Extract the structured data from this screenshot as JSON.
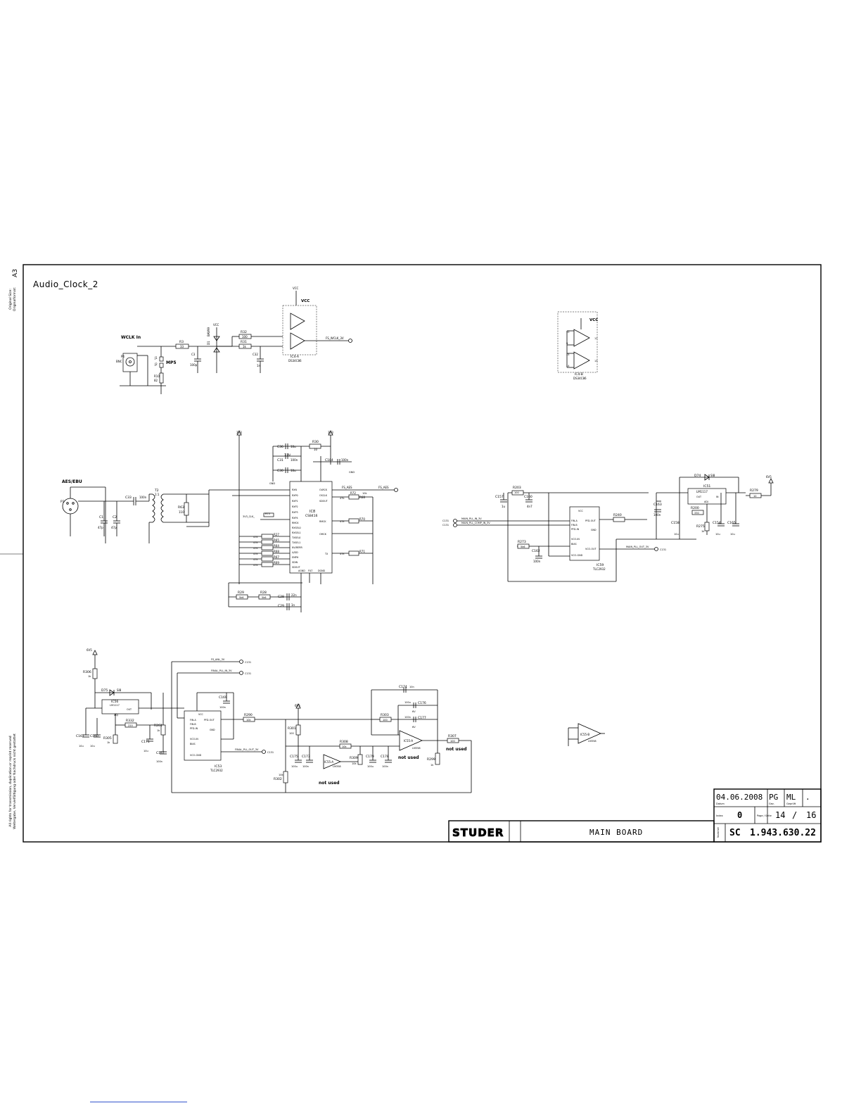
{
  "sheet": {
    "format": "A3",
    "format_caption": [
      "Original Size:",
      "Originalformat:"
    ],
    "copyright": [
      "All rights for transmission, duplication or reprint reserved",
      "Weitergabe, Vervielfältigung oder Nachdruck nicht gestattet"
    ],
    "title": "Audio_Clock_2"
  },
  "title_block": {
    "date": "04.06.2008",
    "drawn": "PG",
    "checked": "ML",
    "extra": ".",
    "index": "0",
    "page": "14",
    "page_sep": "/",
    "pages": "16",
    "brand": "STUDER",
    "description": "MAIN BOARD",
    "number_prefix": "SC",
    "number": "1.943.630.22",
    "fields": {
      "date": "Datum",
      "drawn": "Gez.",
      "checked": "Geprüft",
      "index": "Index",
      "page": "Page / Seite",
      "number": "Nummer"
    }
  },
  "wclk": {
    "title": "WCLK In",
    "parts": [
      "P4",
      "BNC",
      "J1",
      "J2",
      "MP5",
      "R3",
      "33",
      "R10",
      "82",
      "C3",
      "100p",
      "VCC",
      "D1",
      "BAV99",
      "R32",
      "100",
      "R31",
      "1k",
      "C32",
      "1n",
      "IC4-A",
      "DS34C86",
      "FS_WCLK_3V",
      "VCC"
    ]
  },
  "ic4b": {
    "parts": [
      "VCC",
      "IC4-B",
      "DS34C86"
    ],
    "pins": [
      "10",
      "9",
      "15",
      "14",
      "11",
      "13"
    ]
  },
  "aes": {
    "title": "AES/EBU",
    "parts": [
      "P3",
      "C33",
      "100n",
      "T2",
      "1:1",
      "R63",
      "110",
      "C1",
      "C2",
      "47p",
      "47p"
    ]
  },
  "ic8": {
    "name": "IC8",
    "type": "CS8416",
    "supply": [
      "3V3",
      "3V3",
      "C36",
      "10u",
      "R30",
      "10",
      "C31",
      "100n",
      "C30",
      "10u",
      "C184",
      "100n",
      "GND",
      "GND",
      "3.3V"
    ],
    "left_pins": [
      "RXN",
      "RXP0",
      "RXP1",
      "RXP2",
      "RXP3",
      "RXP4",
      "RMCK",
      "RXSEL0",
      "RXSEL1",
      "TXSEL0",
      "TXSEL1",
      "NV/RERR",
      "U/DD",
      "EMPH",
      "SDIN",
      "SDOUT"
    ],
    "right_pins": [
      "OLRCK",
      "OSCLK",
      "SDOUT",
      "RMCK",
      "OMCK",
      "TX"
    ],
    "bottom": [
      "AGND",
      "FILT",
      "DGND"
    ],
    "resistors": [
      "R27",
      "R65",
      "R64",
      "R68",
      "R67",
      "R69",
      "R70",
      "R71",
      "R72",
      "R68",
      "47k",
      "47k",
      "47k",
      "47k",
      "47k",
      "47k",
      "47k",
      "47k",
      "47k",
      "10k"
    ],
    "signals": [
      "FS_AES",
      "3V3_CLK_",
      "R75"
    ],
    "filter": [
      "R29",
      "5k6",
      "R28",
      "5k6",
      "C28",
      "22n",
      "C29",
      "1n"
    ]
  },
  "ic59": {
    "name": "IC59",
    "type": "TLC2932",
    "parts": [
      "R203",
      "100",
      "C157",
      "C160",
      "4n7",
      "1u",
      "R240",
      "R273",
      "5k6",
      "C162",
      "100n",
      "C163",
      "100n"
    ],
    "pins": [
      "VCC",
      "FIN-A",
      "FIN-B",
      "PFD-IN",
      "BIAS",
      "VCO-IN",
      "VCO-GND",
      "PFD-OUT",
      "VCO-OUT",
      "GND"
    ],
    "signals": [
      "MAIN_PLL_IN_3V",
      "MAIN_PLL_COMP_IN_3V",
      "MAIN_PLL_OUT_3V"
    ],
    "connectors": [
      "C131",
      "C131",
      "C131"
    ]
  },
  "reg51": {
    "parts": [
      "D74",
      "SI8",
      "IC51",
      "LM1117",
      "OUT",
      "IN",
      "ADJ",
      "R200",
      "330",
      "R275",
      "1k",
      "C158",
      "C154",
      "C165",
      "10u",
      "10u",
      "10u",
      "R279",
      "10",
      "6V5"
    ]
  },
  "pll2": {
    "parts": [
      "6V5",
      "R306",
      "1k",
      "D75",
      "SI8",
      "IC56",
      "LM1117",
      "OUT",
      "ADJ",
      "R332",
      "220",
      "R305",
      "1k",
      "R261",
      "1k",
      "C161",
      "C160",
      "C171",
      "C167",
      "10u",
      "10u",
      "10u",
      "100n",
      "IC53",
      "TLC2932",
      "C169",
      "100n",
      "R290",
      "10k",
      "FS_ANL_3V",
      "FINAL_PLL_IN_3V",
      "FINAL_PLL_OUT_3V",
      "C131",
      "C131",
      "C131"
    ],
    "pins": [
      "VCC",
      "FIN-A",
      "FIN-B",
      "PFD-IN",
      "BIAS",
      "VCO-IN",
      "VCO-GND",
      "PFD-OUT",
      "GND"
    ]
  },
  "opamp": {
    "parts": [
      "6V5",
      "R301",
      "100",
      "C175",
      "100u",
      "C173",
      "100n",
      "R302",
      "10k",
      "IC55-A",
      "LM358",
      "R303",
      "100",
      "R308",
      "10k",
      "R309",
      "10k",
      "C174",
      "10n",
      "C176",
      "100u",
      "C177",
      "100n",
      "C178",
      "100n",
      "C179",
      "100u",
      "IC55-A",
      "LM358",
      "R307",
      "100",
      "R299",
      "1k",
      "6V"
    ],
    "notes": [
      "not used",
      "not used",
      "not used"
    ]
  },
  "ic55b": {
    "parts": [
      "IC55-B",
      "LM358"
    ]
  }
}
